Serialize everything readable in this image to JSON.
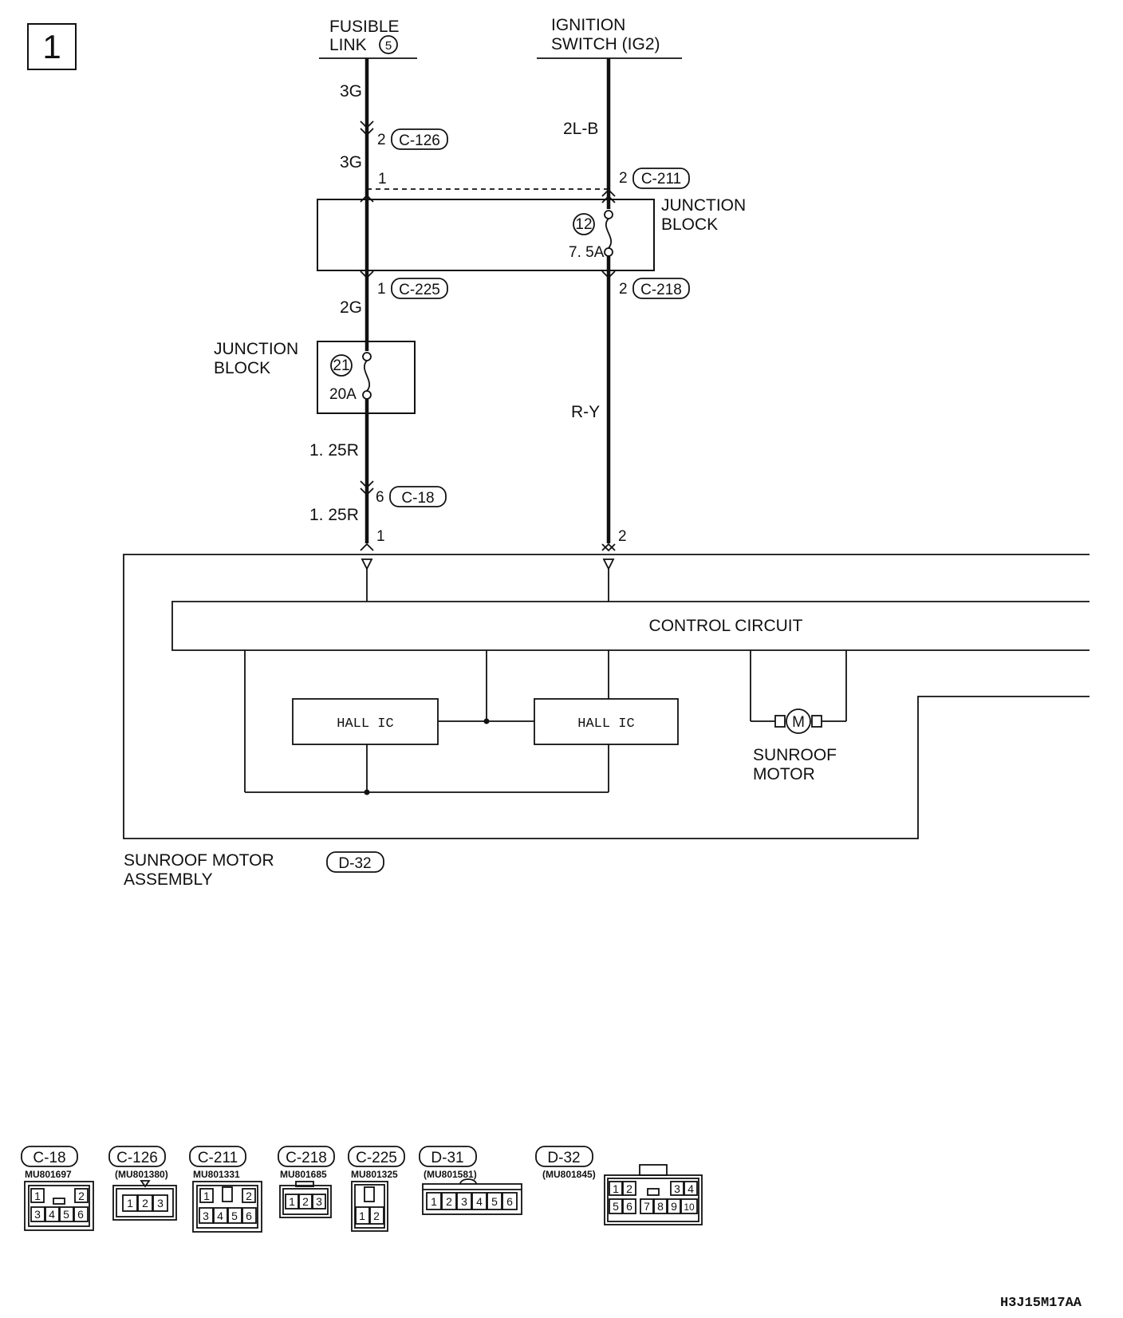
{
  "page_number": "1",
  "sources": {
    "fusible_link_line1": "FUSIBLE",
    "fusible_link_line2": "LINK",
    "fusible_link_num": "5",
    "ignition_line1": "IGNITION",
    "ignition_line2": "SWITCH (IG2)"
  },
  "wires": {
    "w_3g_top": "3G",
    "w_3g_mid": "3G",
    "w_2lb": "2L-B",
    "w_2g": "2G",
    "w_125r_a": "1. 25R",
    "w_125r_b": "1. 25R",
    "w_ry": "R-Y"
  },
  "connectors": {
    "c126_pin": "2",
    "c126": "C-126",
    "c211_pin": "2",
    "c211": "C-211",
    "jb_left_pin": "1",
    "c225_pin": "1",
    "c225": "C-225",
    "c218_pin": "2",
    "c218": "C-218",
    "c18_pin": "6",
    "c18": "C-18",
    "asm_pin_left": "1",
    "asm_pin_right": "2"
  },
  "junction_block_top": {
    "line1": "JUNCTION",
    "line2": "BLOCK",
    "fuse_num": "12",
    "fuse_rating": "7. 5A"
  },
  "junction_block_left": {
    "line1": "JUNCTION",
    "line2": "BLOCK",
    "fuse_num": "21",
    "fuse_rating": "20A"
  },
  "assembly": {
    "control_circuit": "CONTROL CIRCUIT",
    "hall_ic_left": "HALL IC",
    "hall_ic_right": "HALL IC",
    "motor_symbol": "M",
    "motor_line1": "SUNROOF",
    "motor_line2": "MOTOR",
    "name_line1": "SUNROOF MOTOR",
    "name_line2": "ASSEMBLY",
    "connector": "D-32"
  },
  "connector_views": [
    {
      "id": "C-18",
      "part": "MU801697",
      "pins": [
        "1",
        "2",
        "3",
        "4",
        "5",
        "6"
      ]
    },
    {
      "id": "C-126",
      "part": "(MU801380)",
      "pins": [
        "1",
        "2",
        "3"
      ]
    },
    {
      "id": "C-211",
      "part": "MU801331",
      "pins": [
        "1",
        "2",
        "3",
        "4",
        "5",
        "6"
      ]
    },
    {
      "id": "C-218",
      "part": "MU801685",
      "pins": [
        "1",
        "2",
        "3"
      ]
    },
    {
      "id": "C-225",
      "part": "MU801325",
      "pins": [
        "1",
        "2"
      ]
    },
    {
      "id": "D-31",
      "part": "(MU801581)",
      "pins": [
        "1",
        "2",
        "3",
        "4",
        "5",
        "6"
      ]
    },
    {
      "id": "D-32",
      "part": "(MU801845)",
      "pins": [
        "1",
        "2",
        "3",
        "4",
        "5",
        "6",
        "7",
        "8",
        "9",
        "10"
      ]
    }
  ],
  "figure_code": "H3J15M17AA"
}
